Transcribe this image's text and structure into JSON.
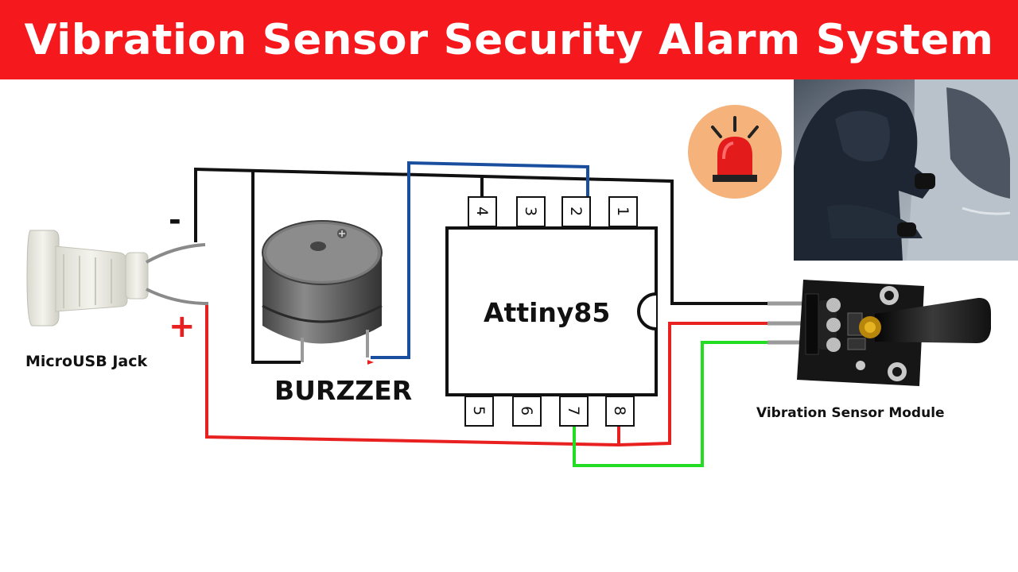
{
  "title": "Vibration Sensor Security Alarm System",
  "components": {
    "usb_jack": {
      "label": "MicroUSB Jack",
      "minus": "-",
      "plus": "+"
    },
    "buzzer": {
      "label": "BURZZER"
    },
    "chip": {
      "label": "Attiny85",
      "pins_top": [
        "4",
        "3",
        "2",
        "1"
      ],
      "pins_bottom": [
        "5",
        "6",
        "7",
        "8"
      ]
    },
    "sensor": {
      "label": "Vibration Sensor Module"
    }
  },
  "colors": {
    "banner": "#f5181c",
    "gnd_wire": "#111111",
    "vcc_wire": "#e82020",
    "signal_wire": "#1a4fa0",
    "sensor_wire": "#22dd22"
  }
}
